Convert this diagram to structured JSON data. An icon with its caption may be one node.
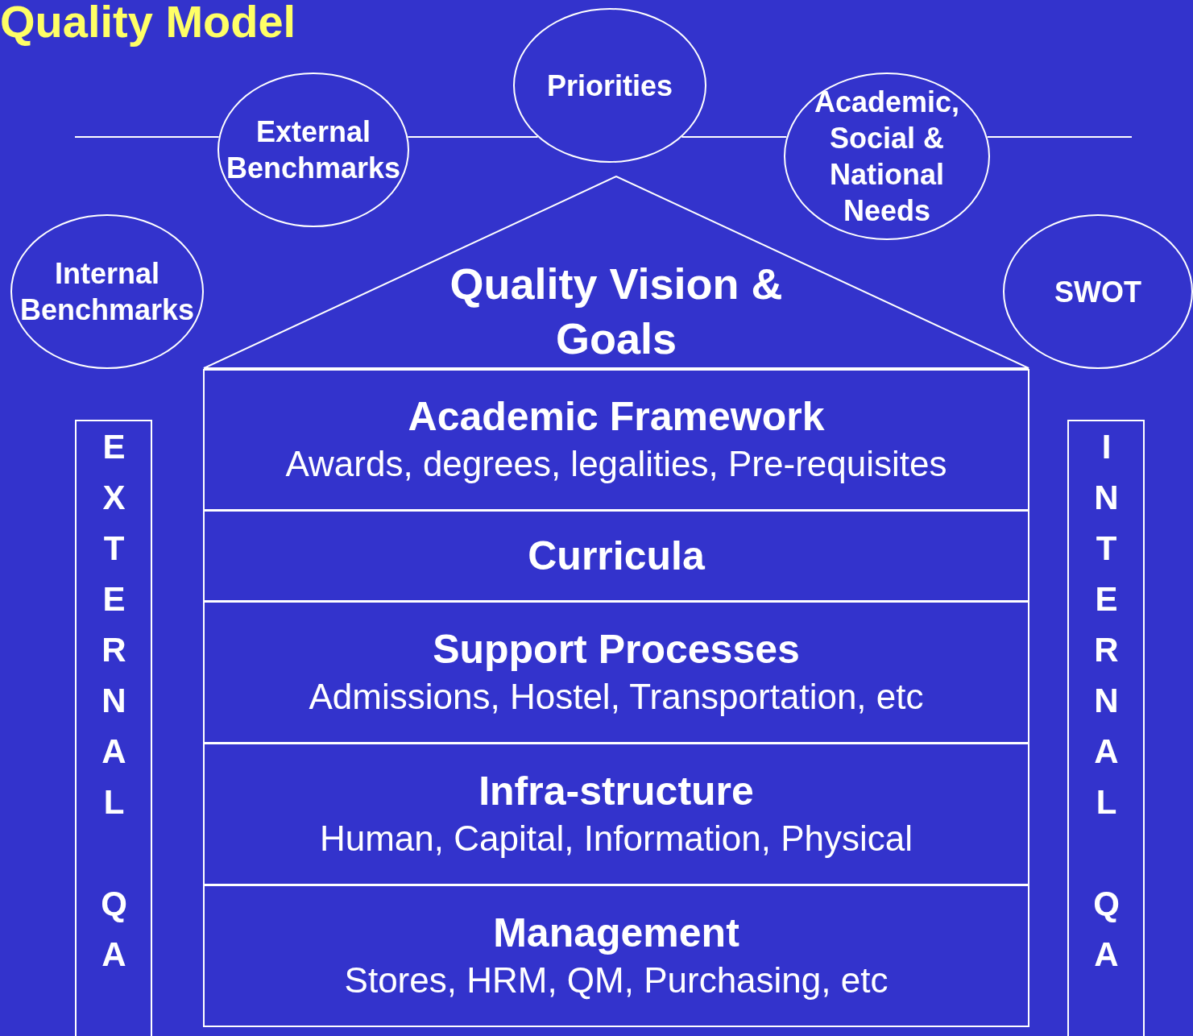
{
  "diagram": {
    "title": "Quality Model",
    "nodes": [
      {
        "text": [
          "External Benchmarks"
        ]
      },
      {
        "text": [
          "Priorities"
        ]
      },
      {
        "text": [
          "Academic, Social & National Needs"
        ]
      },
      {
        "text": [
          "Internal Benchmarks"
        ]
      },
      {
        "text": [
          "SWOT"
        ]
      },
      {
        "text": [
          "Quality Vision & Goals"
        ]
      },
      {
        "text": [
          "EXTERNAL QA"
        ]
      },
      {
        "text": [
          "Academic Framework",
          "Awards, degrees, legalities, Pre-requisites"
        ]
      },
      {
        "text": [
          "Curricula"
        ]
      },
      {
        "text": [
          "Support Processes",
          "Admissions, Hostel, Transportation, etc"
        ]
      },
      {
        "text": [
          "Infra-structure",
          "Human, Capital, Information, Physical"
        ]
      },
      {
        "text": [
          "Management",
          "Stores, HRM, QM, Purchasing, etc"
        ]
      },
      {
        "text": [
          "INTERNAL QA"
        ]
      }
    ],
    "edges": [
      {
        "from": null,
        "to": 0,
        "arrow": "none"
      },
      {
        "from": 0,
        "to": 1,
        "arrow": "none"
      },
      {
        "from": 1,
        "to": 2,
        "arrow": "none"
      },
      {
        "from": 2,
        "to": null,
        "arrow": "none"
      }
    ]
  }
}
